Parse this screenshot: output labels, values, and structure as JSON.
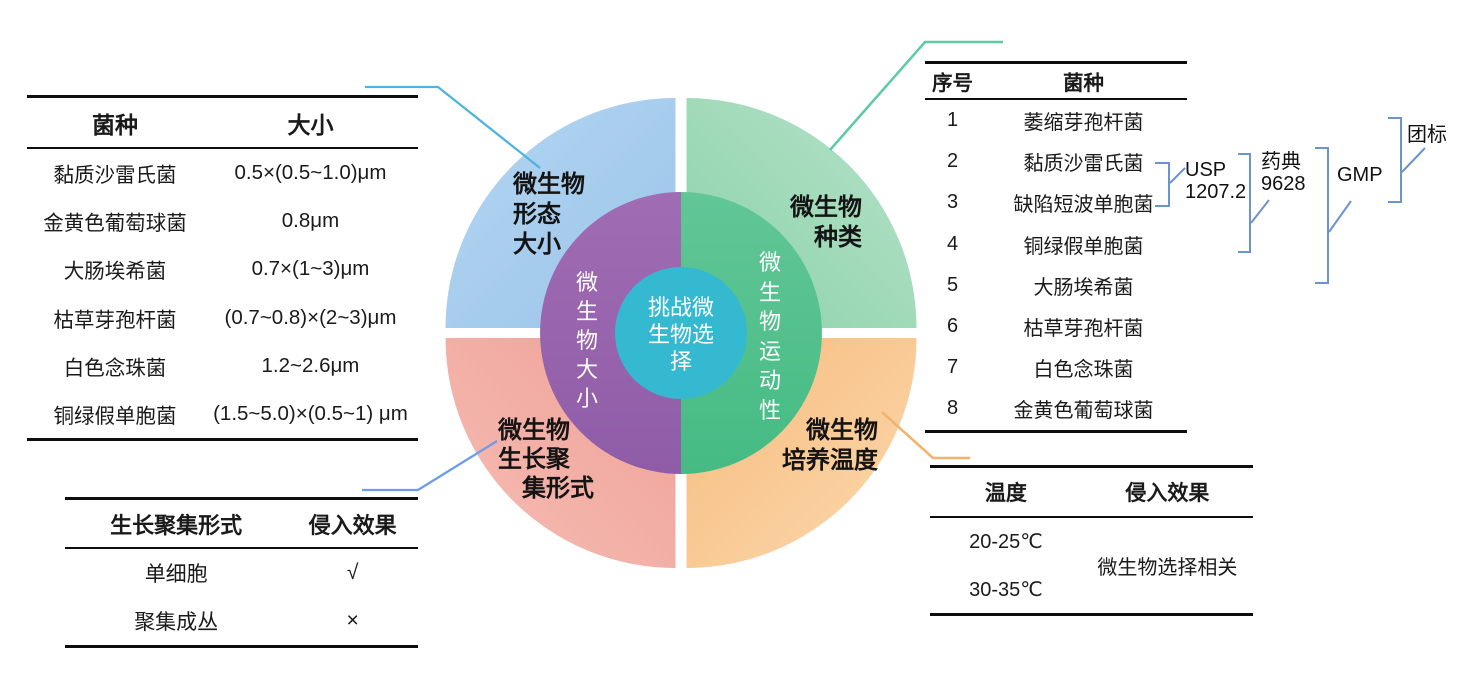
{
  "wheel": {
    "center_label_lines": [
      "挑战微",
      "生物选",
      "择"
    ],
    "inner_left_label": "微生物大小",
    "inner_right_label": "微生物运动性",
    "quadrant_labels": {
      "top_left": [
        "微生物",
        "形态",
        "大小"
      ],
      "top_right": [
        "微生物",
        "种类"
      ],
      "bottom_left": [
        "微生物",
        "生长聚",
        "　集形式"
      ],
      "bottom_right": [
        "微生物",
        "培养温度"
      ]
    },
    "colors": {
      "blue_light": "#b5d6f2",
      "blue_dark": "#9ac4e9",
      "green_light": "#b7e2ca",
      "green_dark": "#8ad2a8",
      "salmon_dark": "#efa096",
      "salmon_light": "#f6beb5",
      "orange_dark": "#f7bb7d",
      "orange_light": "#fbd9ae",
      "purple_top": "#a06cb3",
      "purple_bottom": "#8f5ca7",
      "ring_green_top": "#62c697",
      "ring_green_bottom": "#45bb83",
      "center_cyan": "#35b9d1"
    }
  },
  "connectors": {
    "top_left": {
      "color": "#4fb4dc"
    },
    "top_right": {
      "color": "#5ecba4"
    },
    "bottom_left": {
      "color": "#6d9ce8"
    },
    "bottom_right": {
      "color": "#f3b36b"
    },
    "bracket_color": "#6b93cf"
  },
  "tables": {
    "size": {
      "headers": [
        "菌种",
        "大小"
      ],
      "rows": [
        [
          "黏质沙雷氏菌",
          "0.5×(0.5~1.0)μm"
        ],
        [
          "金黄色葡萄球菌",
          "0.8μm"
        ],
        [
          "大肠埃希菌",
          "0.7×(1~3)μm"
        ],
        [
          "枯草芽孢杆菌",
          "(0.7~0.8)×(2~3)μm"
        ],
        [
          "白色念珠菌",
          "1.2~2.6μm"
        ],
        [
          "铜绿假单胞菌",
          "(1.5~5.0)×(0.5~1) μm"
        ]
      ]
    },
    "growth": {
      "headers": [
        "生长聚集形式",
        "侵入效果"
      ],
      "rows": [
        [
          "单细胞",
          "√"
        ],
        [
          "聚集成丛",
          "×"
        ]
      ]
    },
    "species": {
      "headers": [
        "序号",
        "菌种"
      ],
      "rows": [
        [
          "1",
          "萎缩芽孢杆菌"
        ],
        [
          "2",
          "黏质沙雷氏菌"
        ],
        [
          "3",
          "缺陷短波单胞菌"
        ],
        [
          "4",
          "铜绿假单胞菌"
        ],
        [
          "5",
          "大肠埃希菌"
        ],
        [
          "6",
          "枯草芽孢杆菌"
        ],
        [
          "7",
          "白色念珠菌"
        ],
        [
          "8",
          "金黄色葡萄球菌"
        ]
      ]
    },
    "temp": {
      "headers": [
        "温度",
        "侵入效果"
      ],
      "temps": [
        "20-25℃",
        "30-35℃"
      ],
      "effect": "微生物选择相关"
    }
  },
  "annotations": {
    "usp_lines": [
      "USP",
      "1207.2"
    ],
    "pharmacopoeia_lines": [
      "药典",
      "9628"
    ],
    "gmp": "GMP",
    "group_standard": "团标"
  }
}
